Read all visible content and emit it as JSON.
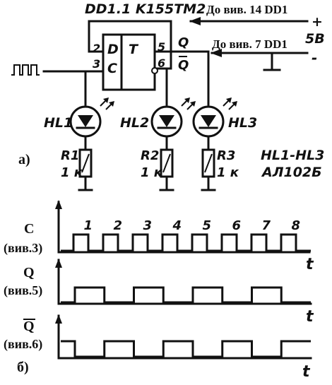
{
  "chip": {
    "title": "DD1.1 K155TM2",
    "pin_d": "D",
    "pin_c": "C",
    "pin_t": "T",
    "pin2": "2",
    "pin3": "3",
    "pin5": "5",
    "pin6": "6",
    "out_q": "Q",
    "out_qbar": "Q"
  },
  "power": {
    "to_pin14": "До вив. 14 DD1",
    "to_pin7": "До вив. 7 DD1",
    "plus": "+",
    "volts": "5В",
    "minus": "-"
  },
  "leds": [
    {
      "name": "HL1",
      "resistor": "R1",
      "value": "1 к"
    },
    {
      "name": "HL2",
      "resistor": "R2",
      "value": "1 к"
    },
    {
      "name": "HL3",
      "resistor": "R3",
      "value": "1 к"
    }
  ],
  "led_type": {
    "range": "HL1-HL3",
    "part": "АЛ102Б"
  },
  "labels": {
    "a": "а)",
    "b": "б)"
  },
  "timing": {
    "pulse_numbers": [
      "1",
      "2",
      "3",
      "4",
      "5",
      "6",
      "7",
      "8"
    ],
    "c_name": "C",
    "c_pin": "(вив.3)",
    "q_name": "Q",
    "q_pin": "(вив.5)",
    "qbar_name": "Q",
    "qbar_pin": "(вив.6)",
    "axis": "t",
    "c_levels": [
      0,
      1,
      0,
      1,
      0,
      1,
      0,
      1,
      0,
      1,
      0,
      1,
      0,
      1,
      0,
      1,
      0
    ],
    "q_levels": [
      0,
      1,
      0,
      1,
      0,
      1,
      0,
      1,
      0
    ],
    "qbar_levels": [
      1,
      0,
      1,
      0,
      1,
      0,
      1,
      0,
      1
    ]
  }
}
